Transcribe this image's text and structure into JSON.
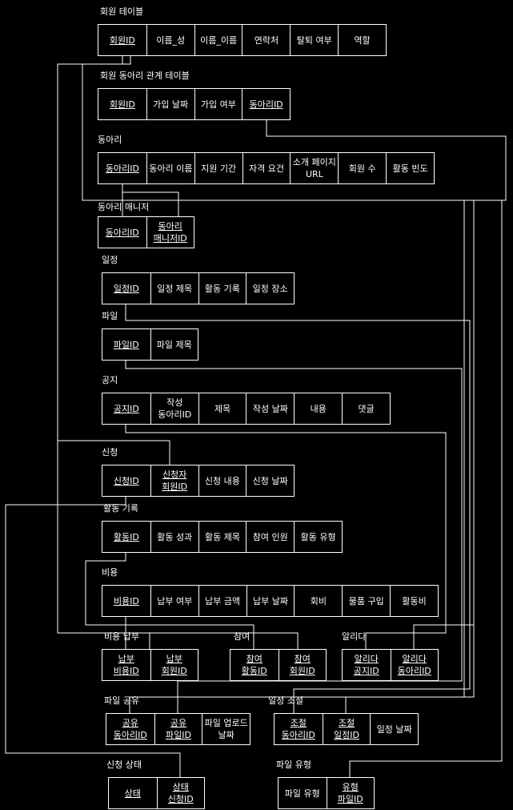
{
  "tables": [
    {
      "id": "member",
      "title": "회원 테이블",
      "cells": [
        {
          "t": "회원ID",
          "k": true
        },
        {
          "t": "이름_성"
        },
        {
          "t": "이름_이름"
        },
        {
          "t": "연락처"
        },
        {
          "t": "탈퇴 여부"
        },
        {
          "t": "역할"
        }
      ]
    },
    {
      "id": "member_club",
      "title": "회원 동아리 관계 테이블",
      "cells": [
        {
          "t": "회원ID",
          "k": true
        },
        {
          "t": "가입 날짜"
        },
        {
          "t": "가입 여부"
        },
        {
          "t": "동아리ID",
          "k": true
        }
      ]
    },
    {
      "id": "club",
      "title": "동아리",
      "cells": [
        {
          "t": "동아리ID",
          "k": true
        },
        {
          "t": "동아리 이름"
        },
        {
          "t": "지원 기간"
        },
        {
          "t": "자격 요건"
        },
        {
          "t": "소개 페이지\nURL"
        },
        {
          "t": "회원 수"
        },
        {
          "t": "활동 빈도"
        }
      ]
    },
    {
      "id": "club_manager",
      "title": "동아리 매니저",
      "cells": [
        {
          "t": "동아리ID",
          "k": true
        },
        {
          "t": "동아리\n매니저ID",
          "k": true
        }
      ]
    },
    {
      "id": "schedule",
      "title": "일정",
      "cells": [
        {
          "t": "일정ID",
          "k": true
        },
        {
          "t": "일정 제목"
        },
        {
          "t": "활동 기록"
        },
        {
          "t": "일정 장소"
        }
      ]
    },
    {
      "id": "file",
      "title": "파일",
      "cells": [
        {
          "t": "파일ID",
          "k": true
        },
        {
          "t": "파일 제목"
        }
      ]
    },
    {
      "id": "notice",
      "title": "공지",
      "cells": [
        {
          "t": "공지ID",
          "k": true
        },
        {
          "t": "작성\n동아리ID"
        },
        {
          "t": "제목"
        },
        {
          "t": "작성 날짜"
        },
        {
          "t": "내용"
        },
        {
          "t": "댓글"
        }
      ]
    },
    {
      "id": "application",
      "title": "신청",
      "cells": [
        {
          "t": "신청ID",
          "k": true
        },
        {
          "t": "신청자\n회원ID",
          "k": true
        },
        {
          "t": "신청 내용"
        },
        {
          "t": "신청 날짜"
        }
      ]
    },
    {
      "id": "activity",
      "title": "활동 기록",
      "cells": [
        {
          "t": "활동ID",
          "k": true
        },
        {
          "t": "활동 성과"
        },
        {
          "t": "활동 제목"
        },
        {
          "t": "참여 인원"
        },
        {
          "t": "활동 유형"
        }
      ]
    },
    {
      "id": "cost",
      "title": "비용",
      "cells": [
        {
          "t": "비용ID",
          "k": true
        },
        {
          "t": "납부 여부"
        },
        {
          "t": "납부 금액"
        },
        {
          "t": "납부 날짜"
        },
        {
          "t": "회비"
        },
        {
          "t": "물품 구입"
        },
        {
          "t": "활동비"
        }
      ]
    },
    {
      "id": "cost_payment",
      "title": "비용 납부",
      "cells": [
        {
          "t": "납부\n비용ID",
          "k": true
        },
        {
          "t": "납부\n회원ID",
          "k": true
        }
      ]
    },
    {
      "id": "participation",
      "title": "참여",
      "cells": [
        {
          "t": "참여\n활동ID",
          "k": true
        },
        {
          "t": "참여\n회원ID",
          "k": true
        }
      ]
    },
    {
      "id": "notify",
      "title": "알리다",
      "cells": [
        {
          "t": "알리다\n공지ID",
          "k": true
        },
        {
          "t": "알리다\n동아리ID",
          "k": true
        }
      ]
    },
    {
      "id": "file_share",
      "title": "파일 공유",
      "cells": [
        {
          "t": "공유\n동아리ID",
          "k": true
        },
        {
          "t": "공유\n파일ID",
          "k": true
        },
        {
          "t": "파일 업로드\n날짜"
        }
      ]
    },
    {
      "id": "schedule_adjust",
      "title": "일정 조절",
      "cells": [
        {
          "t": "조절\n동아리ID",
          "k": true
        },
        {
          "t": "조절\n일정ID",
          "k": true
        },
        {
          "t": "일정 날짜"
        }
      ]
    },
    {
      "id": "application_status",
      "title": "신청 상태",
      "cells": [
        {
          "t": "상태",
          "k": true
        },
        {
          "t": "상태\n신청ID",
          "k": true
        }
      ]
    },
    {
      "id": "file_type",
      "title": "파일 유형",
      "cells": [
        {
          "t": "파일 유형"
        },
        {
          "t": "유형\n파일ID",
          "k": true
        }
      ]
    }
  ]
}
